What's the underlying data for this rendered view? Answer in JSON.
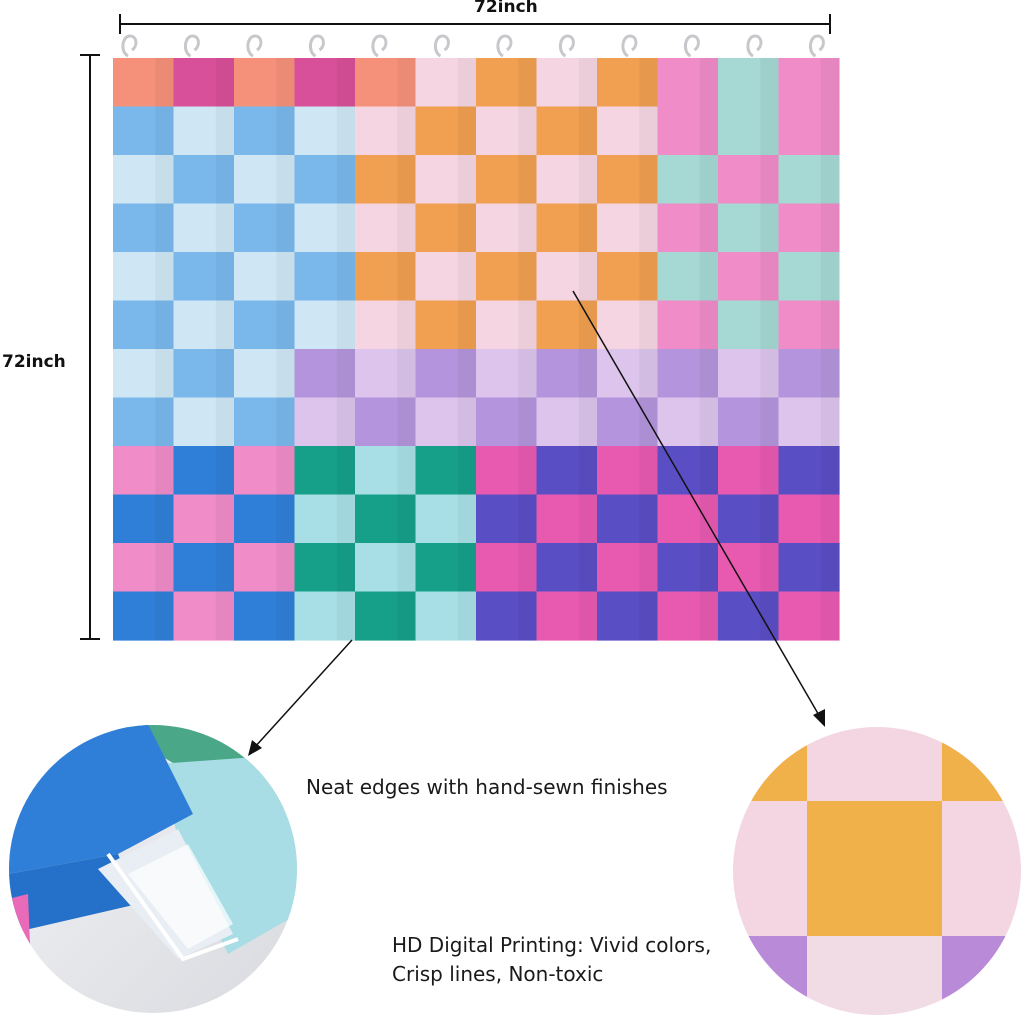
{
  "dimensions": {
    "width_label": "72inch",
    "height_label": "72inch"
  },
  "captions": {
    "edges": "Neat edges with hand-sewn finishes",
    "printing_line1": "HD Digital Printing: Vivid colors,",
    "printing_line2": "Crisp lines, Non-toxic"
  },
  "colors": {
    "pink": "#f08cc8",
    "light_pink": "#f5d5e2",
    "orange": "#f0a050",
    "coral": "#f5907a",
    "red_orange": "#e8604a",
    "magenta": "#d8509a",
    "sky": "#7ab8ec",
    "pale_blue": "#cfe6f4",
    "blue": "#2f7fd8",
    "teal": "#16a08a",
    "aqua": "#a8dfe6",
    "mint": "#a6d8d4",
    "violet": "#b494dc",
    "lavender": "#dcc4ec",
    "indigo": "#5a4ec4",
    "hot_pink": "#e85ab0"
  },
  "icons": [
    "curtain-hook-icon",
    "arrow-icon"
  ]
}
